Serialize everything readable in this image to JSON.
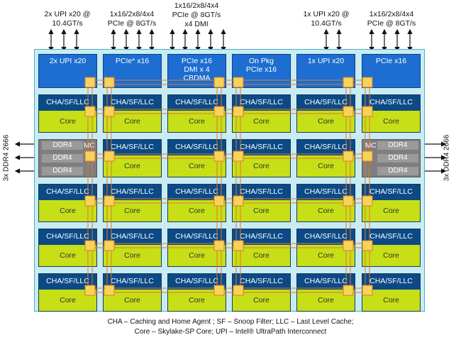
{
  "top_labels": [
    {
      "lines": [
        "2x UPI x20 @",
        "10.4GT/s"
      ]
    },
    {
      "lines": [
        "1x16/2x8/4x4",
        "PCIe @ 8GT/s"
      ]
    },
    {
      "lines": [
        "1x16/2x8/4x4",
        "PCIe @ 8GT/s",
        "x4 DMI"
      ]
    },
    {
      "lines": [
        "1x UPI x20 @",
        "10.4GT/s"
      ]
    },
    {
      "lines": [
        "1x16/2x8/4x4",
        "PCIe @ 8GT/s"
      ]
    }
  ],
  "io_blocks": [
    {
      "lines": [
        "2x UPI x20"
      ]
    },
    {
      "lines": [
        "PCIe* x16"
      ]
    },
    {
      "lines": [
        "PCIe x16",
        "DMI x 4",
        "CBDMA"
      ]
    },
    {
      "lines": [
        "On Pkg",
        "PCIe x16"
      ]
    },
    {
      "lines": [
        "1x UPI x20"
      ]
    },
    {
      "lines": [
        "PCIe x16"
      ]
    }
  ],
  "tile": {
    "cha_label": "CHA/SF/LLC",
    "core_label": "Core"
  },
  "memory_controller": {
    "label": "MC",
    "ddr_labels": [
      "DDR4",
      "DDR4",
      "DDR4"
    ]
  },
  "side_labels": {
    "left": "3x DDR4 2666",
    "right": "3x DDR4 2666"
  },
  "legend": {
    "line1": "CHA – Caching and Home Agent ; SF – Snoop Filter; LLC – Last Level Cache;",
    "line2": "Core – Skylake-SP Core; UPI – Intel® UltraPath Interconnect"
  },
  "colors": {
    "io_blue": "#1d6ed0",
    "cha_navy": "#0c4a86",
    "core_lime": "#c6df17",
    "die_background": "#c9ecf3",
    "mesh_orange": "#e07a2a",
    "router_yellow": "#f6d35a",
    "mc_gray": "#7e7e7e"
  }
}
